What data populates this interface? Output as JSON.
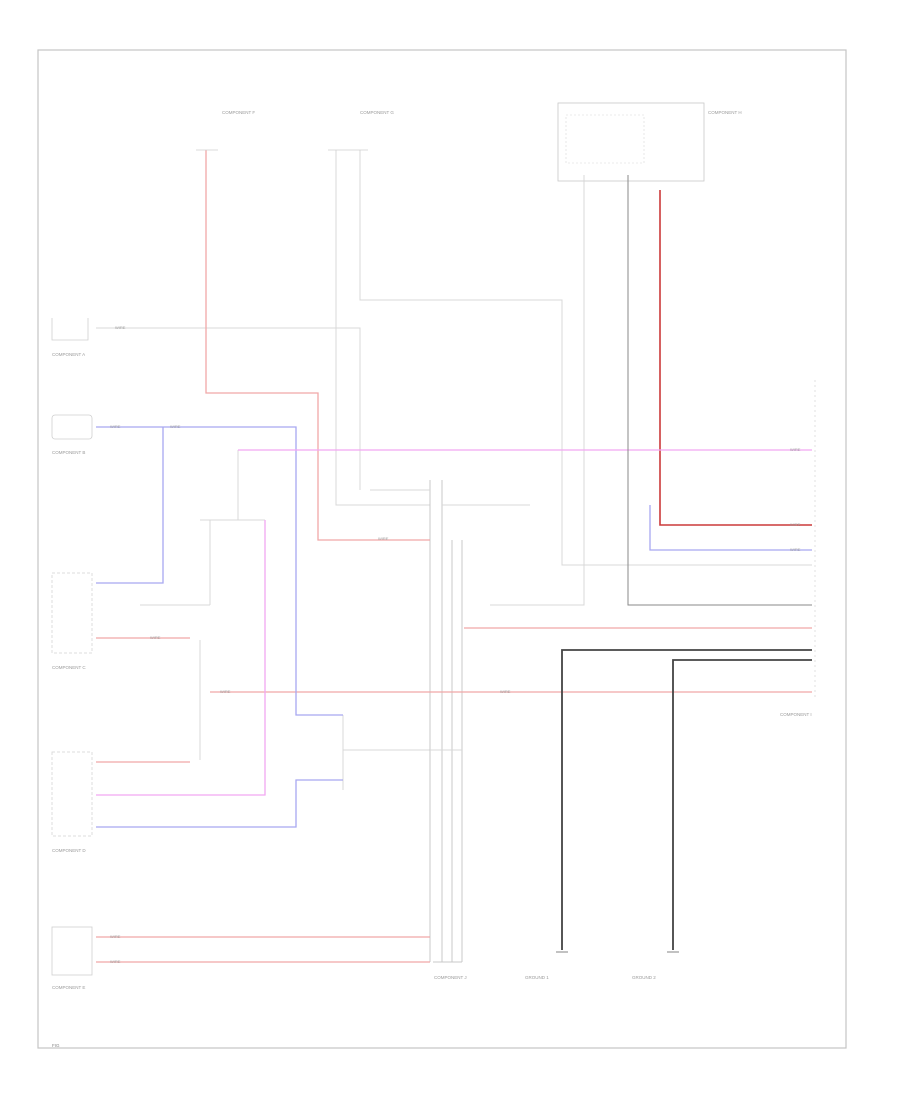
{
  "colors": {
    "frame": "#bdbdbd",
    "red": "#f0a0a0",
    "blue": "#a0a0f0",
    "magenta": "#f0a0f0",
    "black": "#555555",
    "light": "#cfcfcf",
    "lightest": "#e4e4e4"
  },
  "components": {
    "comp_a": "COMPONENT A",
    "comp_b": "COMPONENT B",
    "comp_c": "COMPONENT C",
    "comp_d": "COMPONENT D",
    "comp_e": "COMPONENT E",
    "top_left": "COMPONENT F",
    "top_mid": "COMPONENT G",
    "top_right": "COMPONENT H",
    "right_conn": "COMPONENT I",
    "bus": "COMPONENT J",
    "ground_1": "GROUND 1",
    "ground_2": "GROUND 2"
  },
  "wire_labels": {
    "w1": "WIRE",
    "w2": "WIRE",
    "w3": "WIRE",
    "w4": "WIRE",
    "w5": "WIRE",
    "w6": "WIRE",
    "w7": "WIRE",
    "w8": "WIRE",
    "w9": "WIRE",
    "w10": "WIRE",
    "w11": "WIRE",
    "w12": "WIRE"
  },
  "footer": "FIG"
}
